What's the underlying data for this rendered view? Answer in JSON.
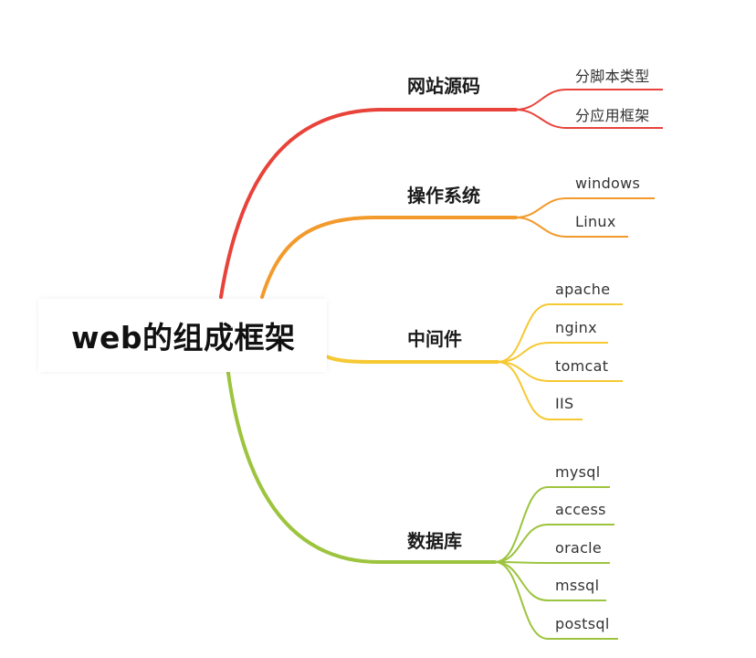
{
  "root": {
    "label": "web的组成框架"
  },
  "branches": [
    {
      "label": "网站源码",
      "color": "#e8433a",
      "children": [
        "分脚本类型",
        "分应用框架"
      ]
    },
    {
      "label": "操作系统",
      "color": "#f39a2c",
      "children": [
        "windows",
        "Linux"
      ]
    },
    {
      "label": "中间件",
      "color": "#f6c832",
      "children": [
        "apache",
        "nginx",
        "tomcat",
        "IIS"
      ]
    },
    {
      "label": "数据库",
      "color": "#9dc43e",
      "children": [
        "mysql",
        "access",
        "oracle",
        "mssql",
        "postsql"
      ]
    }
  ]
}
